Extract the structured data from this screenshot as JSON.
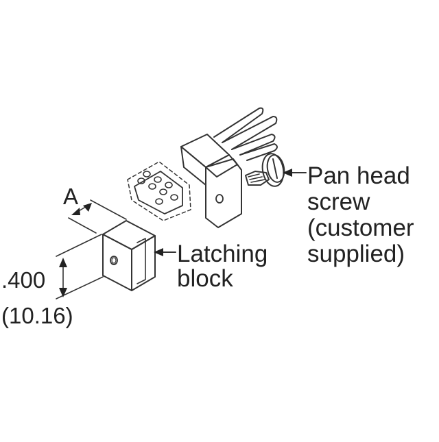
{
  "labels": {
    "pan_head_screw": [
      "Pan head",
      "screw",
      "(customer",
      "supplied)"
    ],
    "latching_block": [
      "Latching",
      "block"
    ]
  },
  "dimensions": {
    "a": "A",
    "height_in": ".400",
    "height_mm": "(10.16)"
  },
  "colors": {
    "line": "#333333",
    "text": "#222222",
    "background": "#ffffff"
  }
}
